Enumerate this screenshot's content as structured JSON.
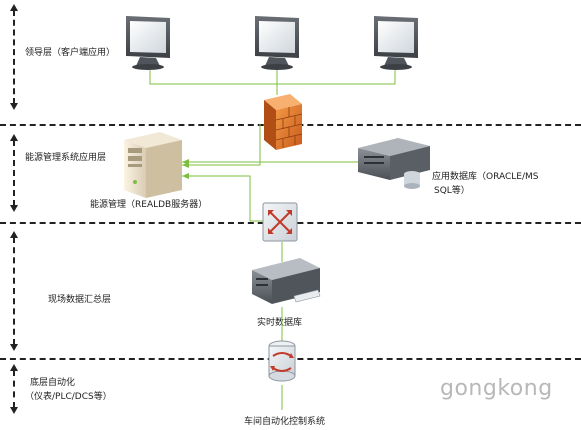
{
  "layers": {
    "leader": "领导层（客户端应用）",
    "energy_app": "能源管理系统应用层",
    "field_data": "现场数据汇总层",
    "bottom_auto_line1": "底层自动化",
    "bottom_auto_line2": "（仪表/PLC/DCS等）"
  },
  "nodes": {
    "realdb_server": "能源管理（REALDB服务器）",
    "app_db_line1": "应用数据库（ORACLE/MS",
    "app_db_line2": "SQL等）",
    "realtime_db": "实时数据库",
    "workshop_control": "车间自动化控制系统"
  },
  "watermark": "gongkong",
  "colors": {
    "divider": "#222222",
    "connector": "#7cbf3e",
    "firewall": "#e07a2e",
    "switch": "#c23b2a"
  }
}
